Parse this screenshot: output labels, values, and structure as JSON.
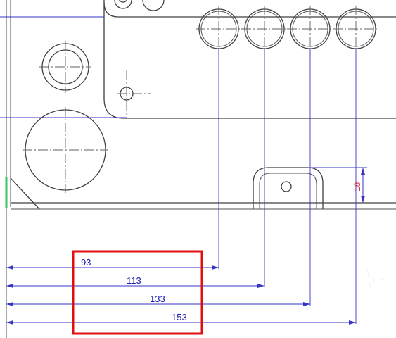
{
  "dimensions": {
    "horizontal": [
      {
        "value": "93"
      },
      {
        "value": "113"
      },
      {
        "value": "133"
      },
      {
        "value": "153"
      }
    ],
    "vertical": {
      "value": "18"
    }
  },
  "colors": {
    "dimension": "#3535c8",
    "vertical_dimension_text": "#d42a3a",
    "highlight_box": "#e01010",
    "geometry": "#404040",
    "green_edge": "#3fc36a"
  }
}
